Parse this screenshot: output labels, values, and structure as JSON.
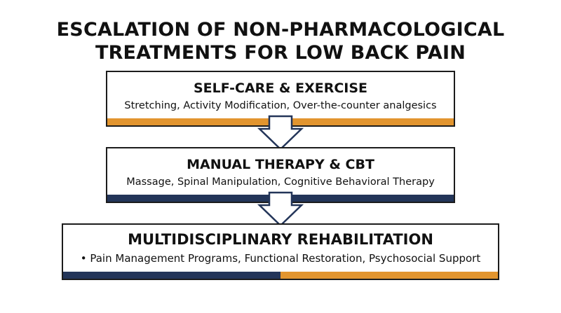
{
  "title": {
    "line1": "ESCALATION OF NON-PHARMACOLOGICAL",
    "line2": "TREATMENTS FOR LOW BACK PAIN"
  },
  "steps": [
    {
      "heading": "SELF-CARE & EXERCISE",
      "description": "Stretching, Activity Modification, Over-the-counter analgesics",
      "bar_color": "#e2952f"
    },
    {
      "heading": "MANUAL THERAPY & CBT",
      "description": "Massage, Spinal Manipulation, Cognitive Behavioral Therapy",
      "bar_color": "#233559"
    },
    {
      "heading": "MULTIDISCIPLINARY REHABILITATION",
      "description": "•  Pain Management Programs, Functional Restoration, Psychosocial Support",
      "bar_colors": [
        "#233559",
        "#e2952f"
      ]
    }
  ],
  "colors": {
    "orange": "#e2952f",
    "navy": "#233559",
    "outline": "#1c1c1c"
  },
  "icons": {
    "connector": "down-arrow-icon"
  }
}
